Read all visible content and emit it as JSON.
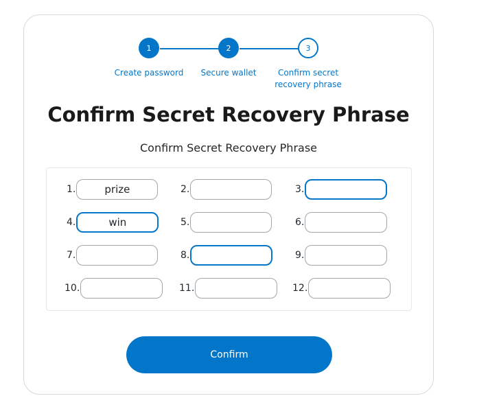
{
  "stepper": {
    "steps": [
      {
        "number": "1",
        "label": "Create password"
      },
      {
        "number": "2",
        "label": "Secure wallet"
      },
      {
        "number": "3",
        "label": "Confirm secret recovery phrase"
      }
    ]
  },
  "title": "Confirm Secret Recovery Phrase",
  "subtitle": "Confirm Secret Recovery Phrase",
  "words": [
    {
      "index": "1.",
      "value": "prize"
    },
    {
      "index": "2.",
      "value": ""
    },
    {
      "index": "3.",
      "value": ""
    },
    {
      "index": "4.",
      "value": "win"
    },
    {
      "index": "5.",
      "value": ""
    },
    {
      "index": "6.",
      "value": ""
    },
    {
      "index": "7.",
      "value": ""
    },
    {
      "index": "8.",
      "value": ""
    },
    {
      "index": "9.",
      "value": ""
    },
    {
      "index": "10.",
      "value": ""
    },
    {
      "index": "11.",
      "value": ""
    },
    {
      "index": "12.",
      "value": ""
    }
  ],
  "confirm_button": "Confirm",
  "colors": {
    "accent": "#0376c9",
    "border": "#9fa6ae"
  }
}
